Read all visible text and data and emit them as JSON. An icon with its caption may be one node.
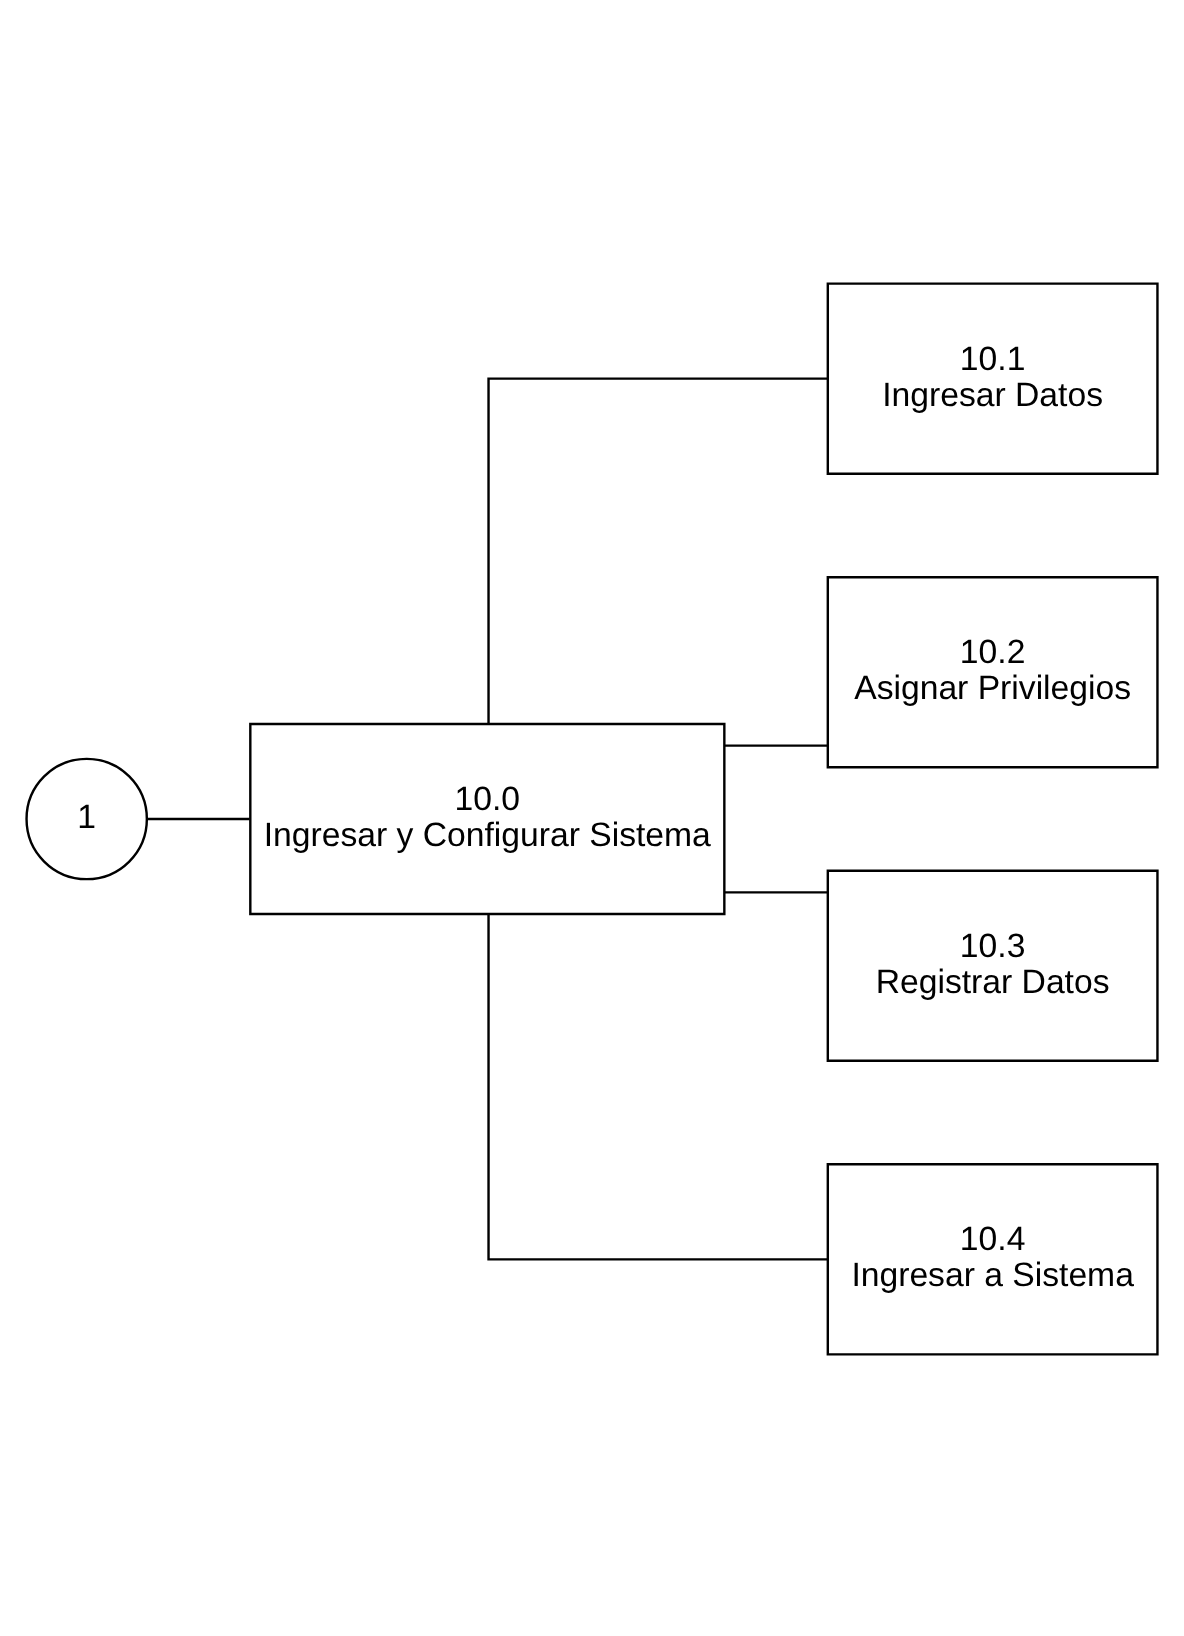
{
  "diagram": {
    "nodes": [
      {
        "text": [
          "1"
        ]
      },
      {
        "text": [
          "10.0",
          "Ingresar y Configurar Sistema"
        ]
      },
      {
        "text": [
          "10.1",
          "Ingresar Datos"
        ]
      },
      {
        "text": [
          "10.2",
          "Asignar Privilegios"
        ]
      },
      {
        "text": [
          "10.3",
          "Registrar Datos"
        ]
      },
      {
        "text": [
          "10.4",
          "Ingresar a Sistema"
        ]
      }
    ],
    "edges": [
      {
        "from": 0,
        "to": 1,
        "arrow": "none"
      },
      {
        "from": 1,
        "to": 2,
        "arrow": "none"
      },
      {
        "from": 1,
        "to": 3,
        "arrow": "none"
      },
      {
        "from": 1,
        "to": 4,
        "arrow": "none"
      },
      {
        "from": 1,
        "to": 5,
        "arrow": "none"
      }
    ]
  }
}
